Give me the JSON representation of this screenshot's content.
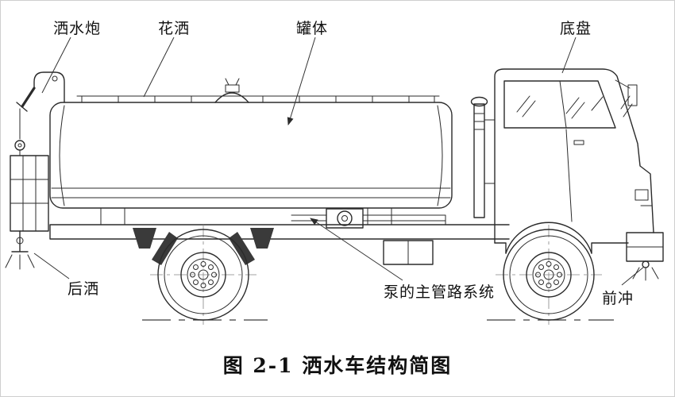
{
  "figure": {
    "caption": "图 2-1 洒水车结构简图"
  },
  "labels": {
    "water_cannon": "洒水炮",
    "shower_sprinkler": "花洒",
    "tank": "罐体",
    "chassis": "底盘",
    "rear_spray": "后洒",
    "pump_main_pipeline": "泵的主管路系统",
    "front_flush": "前冲"
  },
  "colors": {
    "line": "#2b2b2b",
    "text": "#111111",
    "background": "#ffffff"
  }
}
